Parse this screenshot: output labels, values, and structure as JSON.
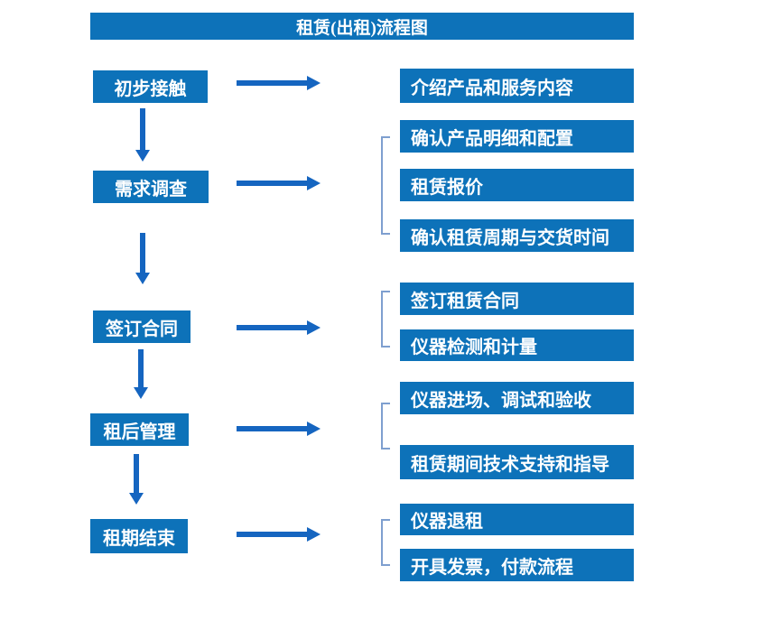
{
  "title": "租赁(出租)流程图",
  "colors": {
    "box_blue": "#0d72b9",
    "arrow_blue": "#1565c0",
    "bracket_blue": "#7e9fcf",
    "text_white": "#ffffff"
  },
  "flow": {
    "steps": [
      {
        "label": "初步接触",
        "details": [
          "介绍产品和服务内容"
        ]
      },
      {
        "label": "需求调查",
        "details": [
          "确认产品明细和配置",
          "租赁报价",
          "确认租赁周期与交货时间"
        ]
      },
      {
        "label": "签订合同",
        "details": [
          "签订租赁合同",
          "仪器检测和计量"
        ]
      },
      {
        "label": "租后管理",
        "details": [
          "仪器进场、调试和验收",
          "租赁期间技术支持和指导"
        ]
      },
      {
        "label": "租期结束",
        "details": [
          "仪器退租",
          "开具发票，付款流程"
        ]
      }
    ]
  }
}
